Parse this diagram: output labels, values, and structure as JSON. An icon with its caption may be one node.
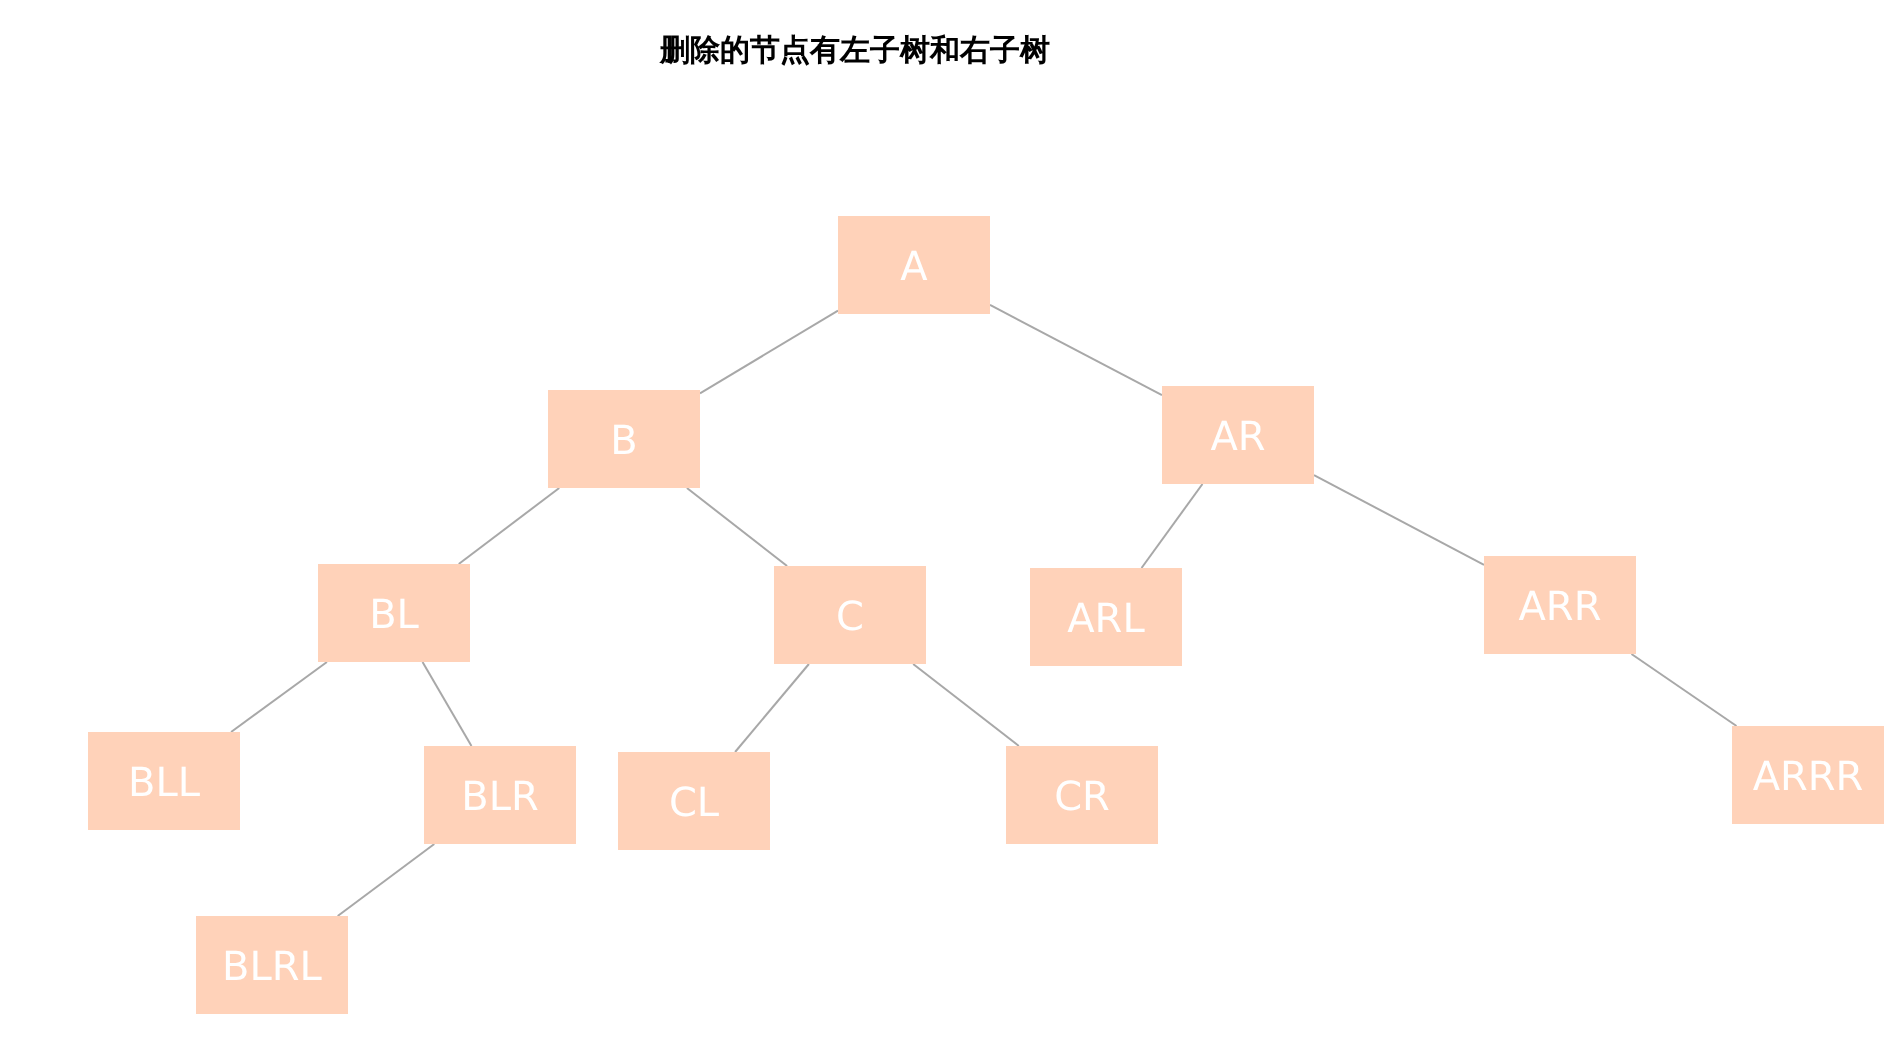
{
  "diagram": {
    "title": "删除的节点有左子树和右子树",
    "nodes": [
      {
        "text": [
          "A"
        ]
      },
      {
        "text": [
          "B"
        ]
      },
      {
        "text": [
          "AR"
        ]
      },
      {
        "text": [
          "BL"
        ]
      },
      {
        "text": [
          "C"
        ]
      },
      {
        "text": [
          "ARL"
        ]
      },
      {
        "text": [
          "ARR"
        ]
      },
      {
        "text": [
          "BLL"
        ]
      },
      {
        "text": [
          "BLR"
        ]
      },
      {
        "text": [
          "CL"
        ]
      },
      {
        "text": [
          "CR"
        ]
      },
      {
        "text": [
          "ARRR"
        ]
      },
      {
        "text": [
          "BLRL"
        ]
      }
    ],
    "edges": [
      {
        "from": 0,
        "to": 1,
        "arrow": "none"
      },
      {
        "from": 0,
        "to": 2,
        "arrow": "none"
      },
      {
        "from": 1,
        "to": 3,
        "arrow": "none"
      },
      {
        "from": 1,
        "to": 4,
        "arrow": "none"
      },
      {
        "from": 2,
        "to": 5,
        "arrow": "none"
      },
      {
        "from": 2,
        "to": 6,
        "arrow": "none"
      },
      {
        "from": 3,
        "to": 7,
        "arrow": "none"
      },
      {
        "from": 3,
        "to": 8,
        "arrow": "none"
      },
      {
        "from": 4,
        "to": 9,
        "arrow": "none"
      },
      {
        "from": 4,
        "to": 10,
        "arrow": "none"
      },
      {
        "from": 6,
        "to": 11,
        "arrow": "none"
      },
      {
        "from": 8,
        "to": 12,
        "arrow": "none"
      }
    ]
  }
}
